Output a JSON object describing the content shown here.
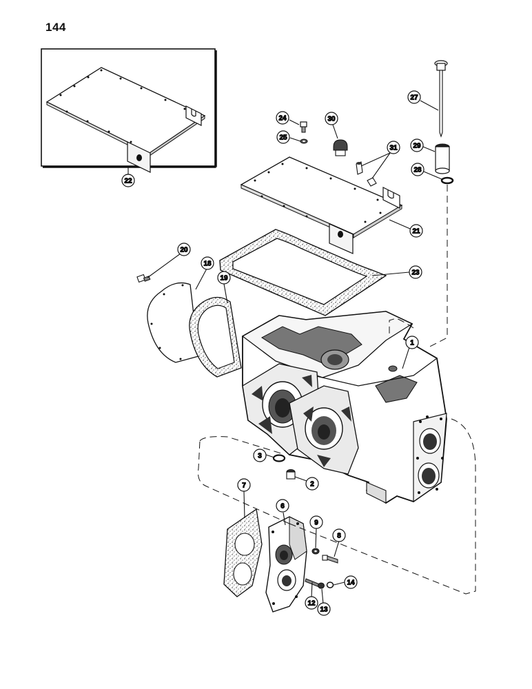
{
  "page": {
    "number": "144"
  },
  "callouts": [
    {
      "id": "c1",
      "label": "1"
    },
    {
      "id": "c2",
      "label": "2"
    },
    {
      "id": "c3",
      "label": "3"
    },
    {
      "id": "c6",
      "label": "6"
    },
    {
      "id": "c7",
      "label": "7"
    },
    {
      "id": "c8",
      "label": "8"
    },
    {
      "id": "c9",
      "label": "9"
    },
    {
      "id": "c12",
      "label": "12"
    },
    {
      "id": "c13",
      "label": "13"
    },
    {
      "id": "c14",
      "label": "14"
    },
    {
      "id": "c18",
      "label": "18"
    },
    {
      "id": "c19",
      "label": "19"
    },
    {
      "id": "c20",
      "label": "20"
    },
    {
      "id": "c21",
      "label": "21"
    },
    {
      "id": "c22",
      "label": "22"
    },
    {
      "id": "c23",
      "label": "23"
    },
    {
      "id": "c24",
      "label": "24"
    },
    {
      "id": "c25",
      "label": "25"
    },
    {
      "id": "c27",
      "label": "27"
    },
    {
      "id": "c28",
      "label": "28"
    },
    {
      "id": "c29",
      "label": "29"
    },
    {
      "id": "c30",
      "label": "30"
    },
    {
      "id": "c31",
      "label": "31"
    }
  ]
}
